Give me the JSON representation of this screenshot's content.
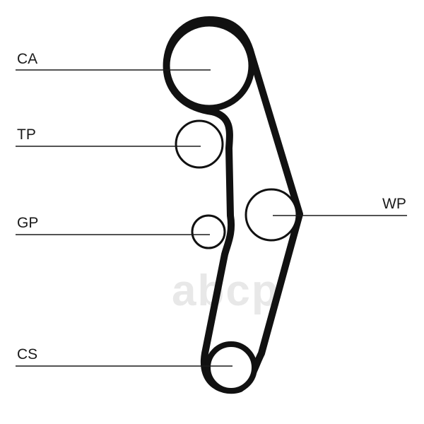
{
  "diagram": {
    "pulleys": [
      {
        "id": "ca",
        "label": "CA",
        "kind": "camshaft pulley"
      },
      {
        "id": "tp",
        "label": "TP",
        "kind": "tensioner pulley"
      },
      {
        "id": "gp",
        "label": "GP",
        "kind": "guide pulley"
      },
      {
        "id": "wp",
        "label": "WP",
        "kind": "water pump pulley"
      },
      {
        "id": "cs",
        "label": "CS",
        "kind": "crankshaft pulley"
      }
    ],
    "watermark": "abcp"
  },
  "colors": {
    "line": "#111111",
    "watermark": "#e8e8e8",
    "background": "#ffffff"
  }
}
